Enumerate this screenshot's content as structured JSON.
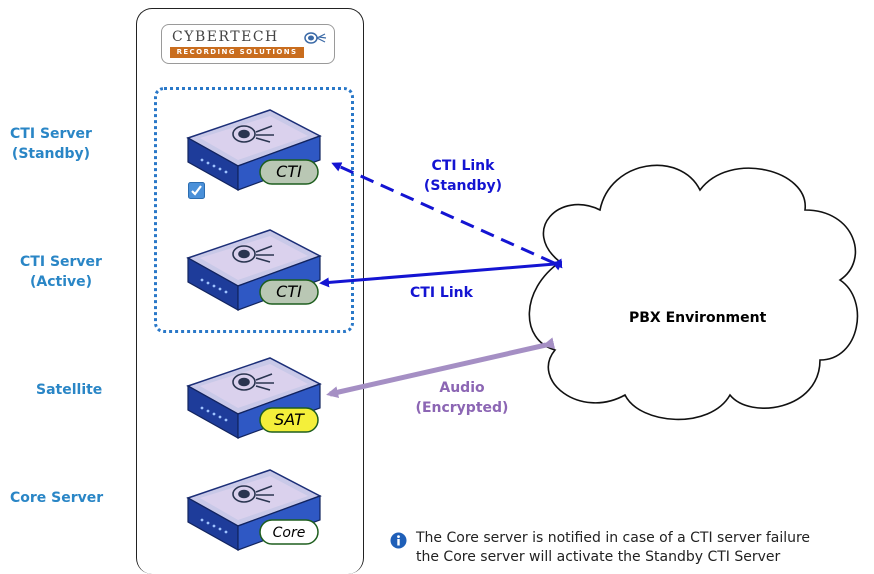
{
  "logo": {
    "name": "CYBERTECH",
    "tagline": "RECORDING SOLUTIONS"
  },
  "side_labels": {
    "cti_standby": [
      "CTI Server",
      "(Standby)"
    ],
    "cti_active": [
      "CTI Server",
      "(Active)"
    ],
    "satellite": "Satellite",
    "core": "Core Server"
  },
  "servers": [
    {
      "id": "cti-standby",
      "badge": "CTI",
      "badge_color": "#b9c7b4"
    },
    {
      "id": "cti-active",
      "badge": "CTI",
      "badge_color": "#b9c7b4"
    },
    {
      "id": "satellite",
      "badge": "SAT",
      "badge_color": "#f4ef3a"
    },
    {
      "id": "core",
      "badge": "Core",
      "badge_color": "#ffffff"
    }
  ],
  "links": {
    "cti_standby": [
      "CTI Link",
      "(Standby)"
    ],
    "cti_active": "CTI Link",
    "audio": [
      "Audio",
      "(Encrypted)"
    ]
  },
  "cloud": {
    "label": "PBX Environment"
  },
  "note": {
    "line1": "The Core server is notified in case of a CTI server failure",
    "line2": "the Core server will activate the Standby CTI Server"
  },
  "colors": {
    "label_blue": "#2a86c6",
    "cti_link": "#1414d2",
    "audio_link": "#a58fc4",
    "audio_text": "#8c66b4",
    "dotted_border": "#2a78c8"
  }
}
